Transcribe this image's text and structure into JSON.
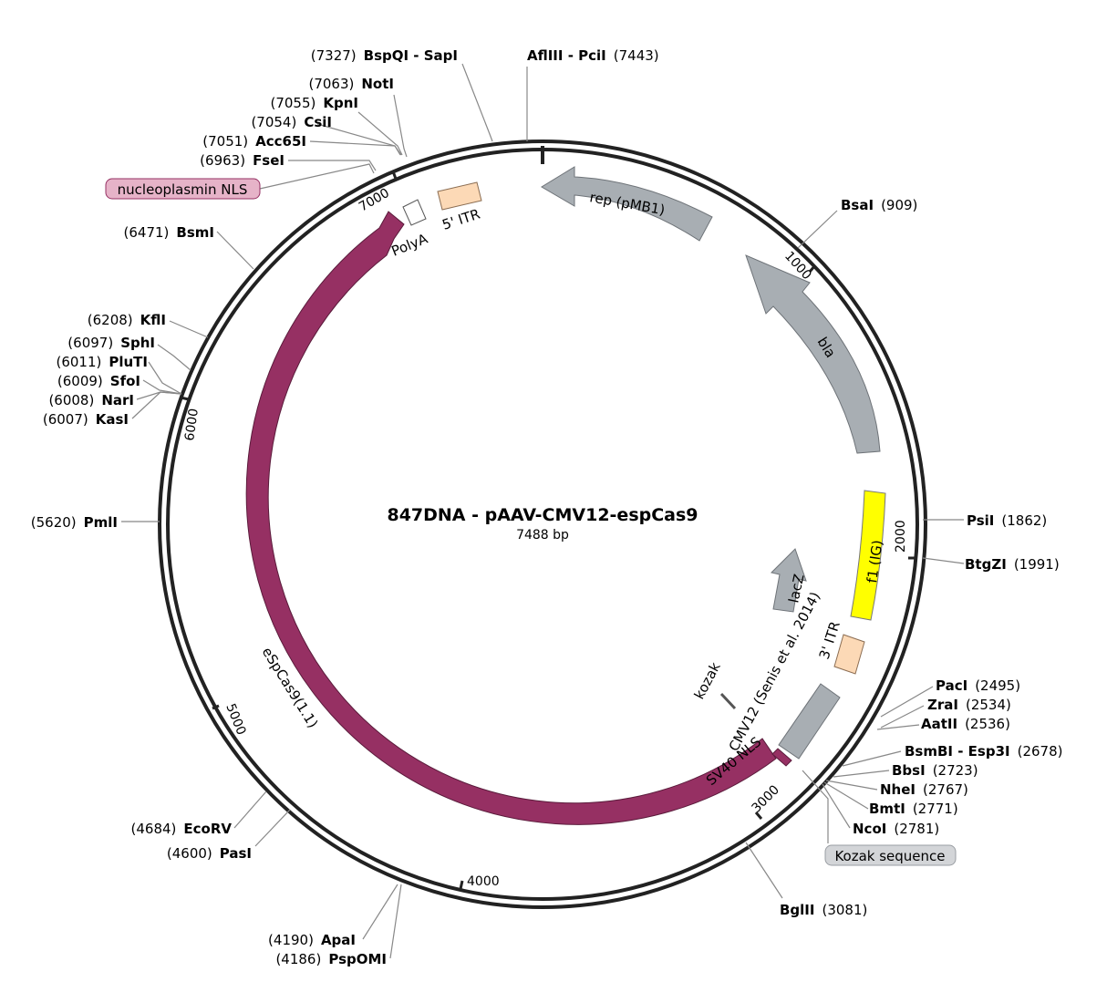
{
  "title": "847DNA - pAAV-CMV12-espCas9",
  "length_label": "7488 bp",
  "colors": {
    "cas9": "#963063",
    "gray": "#a8aeb3",
    "itr": "#fcd9b6",
    "f1": "#ffff00",
    "nls_fill": "#e6b3c8",
    "kozak_fill": "#d3d5d8"
  },
  "ticks": [
    "1000",
    "2000",
    "3000",
    "4000",
    "5000",
    "6000",
    "7000"
  ],
  "features": [
    {
      "name": "rep (pMB1)"
    },
    {
      "name": "bla"
    },
    {
      "name": "f1 (IG)"
    },
    {
      "name": "3' ITR"
    },
    {
      "name": "lacZ"
    },
    {
      "name": "CMV12 (Senis et al. 2014)"
    },
    {
      "name": "kozak"
    },
    {
      "name": "SV40 NLS"
    },
    {
      "name": "eSpCas9(1.1)"
    },
    {
      "name": "PolyA"
    },
    {
      "name": "5' ITR"
    }
  ],
  "tags": [
    {
      "text": "nucleoplasmin NLS"
    },
    {
      "text": "Kozak sequence"
    }
  ],
  "sites": [
    {
      "name": "BspQI - SapI",
      "pos": "(7327)"
    },
    {
      "name": "AflIII - PciI",
      "pos": "(7443)"
    },
    {
      "name": "NotI",
      "pos": "(7063)"
    },
    {
      "name": "KpnI",
      "pos": "(7055)"
    },
    {
      "name": "CsiI",
      "pos": "(7054)"
    },
    {
      "name": "Acc65I",
      "pos": "(7051)"
    },
    {
      "name": "FseI",
      "pos": "(6963)"
    },
    {
      "name": "BsmI",
      "pos": "(6471)"
    },
    {
      "name": "KflI",
      "pos": "(6208)"
    },
    {
      "name": "SphI",
      "pos": "(6097)"
    },
    {
      "name": "PluTI",
      "pos": "(6011)"
    },
    {
      "name": "SfoI",
      "pos": "(6009)"
    },
    {
      "name": "NarI",
      "pos": "(6008)"
    },
    {
      "name": "KasI",
      "pos": "(6007)"
    },
    {
      "name": "PmlI",
      "pos": "(5620)"
    },
    {
      "name": "EcoRV",
      "pos": "(4684)"
    },
    {
      "name": "PasI",
      "pos": "(4600)"
    },
    {
      "name": "ApaI",
      "pos": "(4190)"
    },
    {
      "name": "PspOMI",
      "pos": "(4186)"
    },
    {
      "name": "BsaI",
      "pos": "(909)"
    },
    {
      "name": "PsiI",
      "pos": "(1862)"
    },
    {
      "name": "BtgZI",
      "pos": "(1991)"
    },
    {
      "name": "PacI",
      "pos": "(2495)"
    },
    {
      "name": "ZraI",
      "pos": "(2534)"
    },
    {
      "name": "AatII",
      "pos": "(2536)"
    },
    {
      "name": "BsmBI - Esp3I",
      "pos": "(2678)"
    },
    {
      "name": "BbsI",
      "pos": "(2723)"
    },
    {
      "name": "NheI",
      "pos": "(2767)"
    },
    {
      "name": "BmtI",
      "pos": "(2771)"
    },
    {
      "name": "NcoI",
      "pos": "(2781)"
    },
    {
      "name": "BglII",
      "pos": "(3081)"
    }
  ]
}
